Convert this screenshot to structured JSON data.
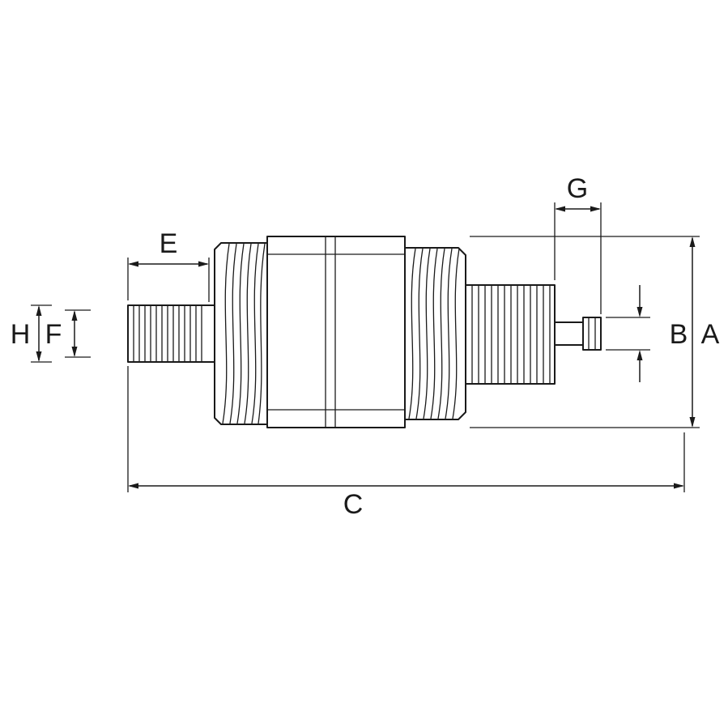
{
  "diagram": {
    "background_color": "#ffffff",
    "line_color": "#1a1a1a",
    "labels": {
      "a": "A",
      "b": "B",
      "c": "C",
      "e": "E",
      "f": "F",
      "g": "G",
      "h": "H"
    }
  }
}
